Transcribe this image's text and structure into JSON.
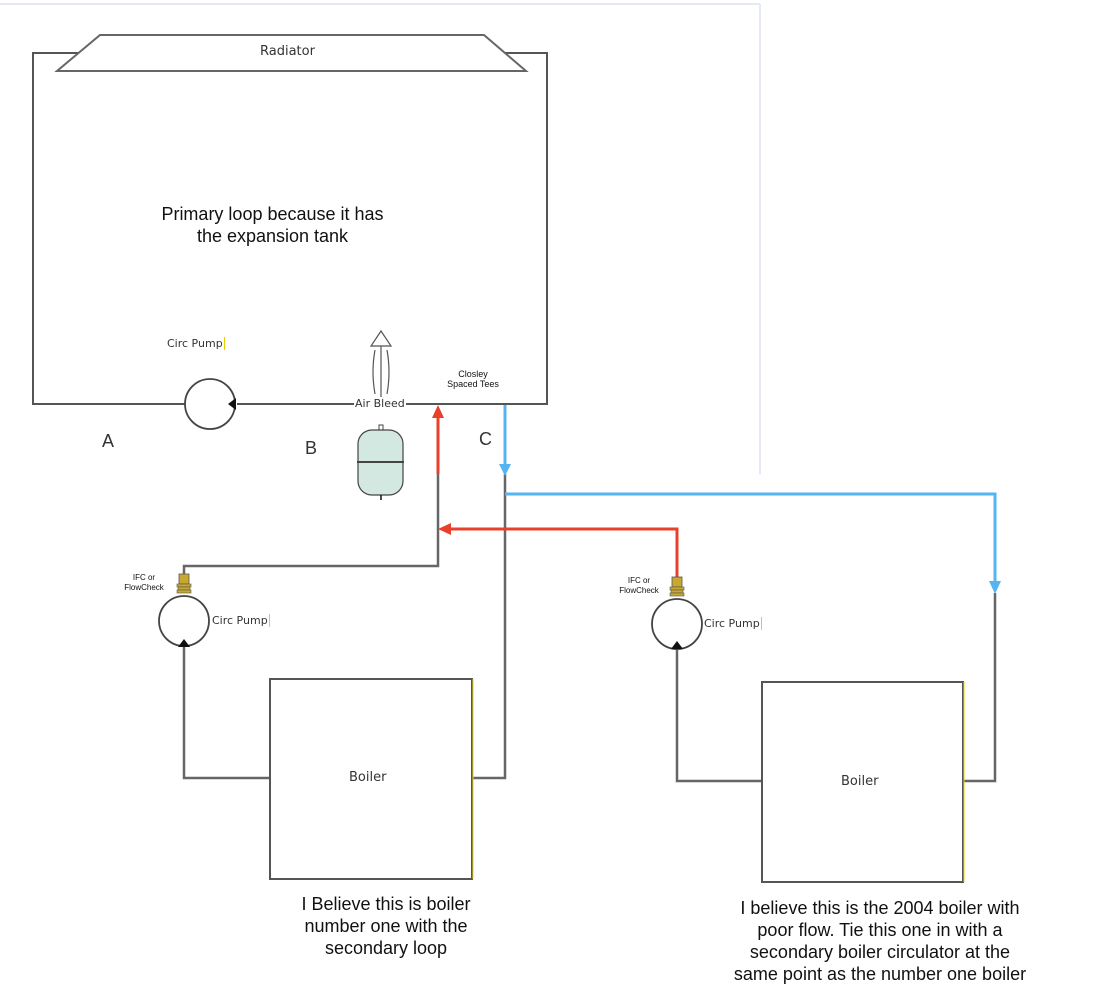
{
  "diagram": {
    "colors": {
      "pipe": "#555555",
      "supply_hot": "#e8402a",
      "return_cold": "#55b4f2",
      "tank_fill": "#d3e8e0",
      "valve_brass": "#c8a830",
      "frame": "#d8e0f0"
    },
    "radiator": {
      "label": "Radiator"
    },
    "primary_note": {
      "line1": "Primary loop because it has",
      "line2": "the expansion tank"
    },
    "primary_pump": {
      "label": "Circ Pump"
    },
    "air_bleed": {
      "label": "Air Bleed"
    },
    "tees": {
      "line1": "Closley",
      "line2": "Spaced Tees"
    },
    "points": {
      "a": "A",
      "b": "B",
      "c": "C"
    },
    "boiler1": {
      "label": "Boiler",
      "pump_label": "Circ Pump",
      "valve_line1": "IFC or",
      "valve_line2": "FlowCheck",
      "note_lines": [
        "I Believe this is boiler",
        "number one with the",
        "secondary loop"
      ]
    },
    "boiler2": {
      "label": "Boiler",
      "pump_label": "Circ Pump",
      "valve_line1": "IFC or",
      "valve_line2": "FlowCheck",
      "note_lines": [
        "I believe this is the 2004 boiler with",
        "poor flow.  Tie this one in with a",
        "secondary boiler circulator at the",
        "same point as the number one boiler"
      ]
    }
  }
}
